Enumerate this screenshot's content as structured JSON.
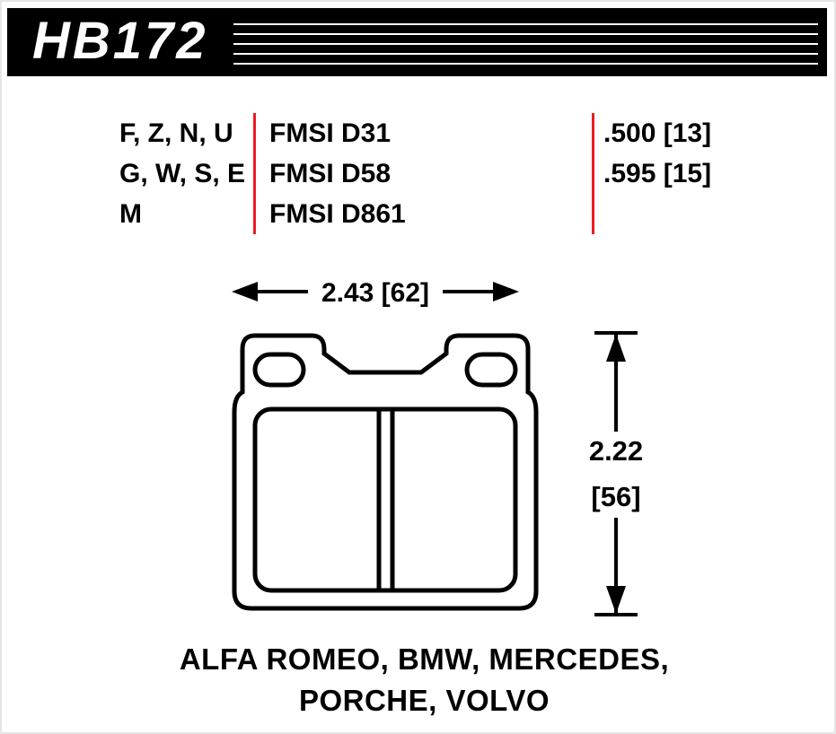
{
  "header": {
    "part_number": "HB172"
  },
  "spec_table": {
    "rows": [
      {
        "compounds": "F, Z, N, U",
        "fmsi": "FMSI D31",
        "size": ".500 [13]"
      },
      {
        "compounds": "G, W, S, E",
        "fmsi": "FMSI D58",
        "size": ".595 [15]"
      },
      {
        "compounds": "M",
        "fmsi": "FMSI D861",
        "size": ""
      }
    ]
  },
  "diagram": {
    "width_dimension": "2.43 [62]",
    "height_dimension_in": "2.22",
    "height_dimension_mm": "[56]"
  },
  "footer": {
    "line1": "ALFA ROMEO, BMW, MERCEDES,",
    "line2": "PORCHE, VOLVO"
  },
  "colors": {
    "divider_red": "#ed1c24"
  }
}
